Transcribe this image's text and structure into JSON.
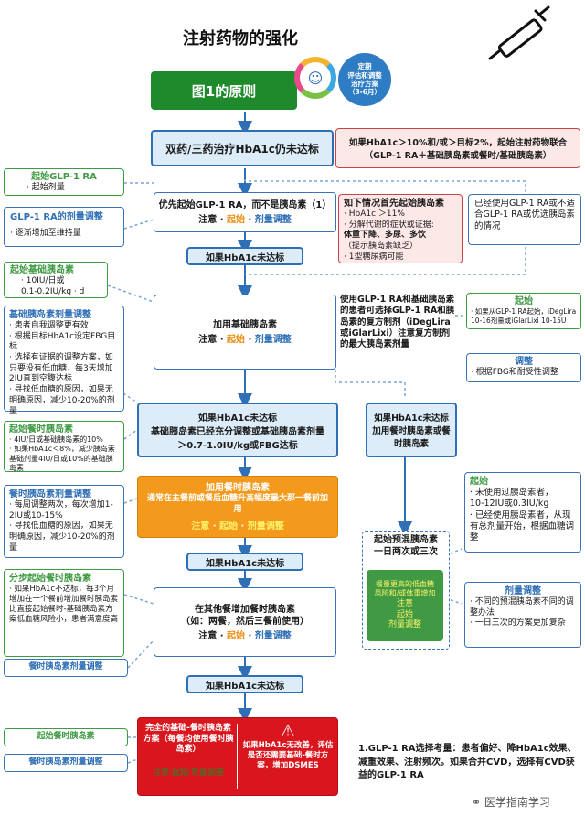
{
  "title": "注射药物的强化",
  "principle": "图1的原则",
  "cycle": {
    "line1": "定期",
    "line2": "评估和调整",
    "line3": "治疗方案",
    "line4": "（3-6月）"
  },
  "top_node": "双药/三药治疗HbA1c仍未达标",
  "top_red": {
    "line1": "如果HbA1c＞10%和/或＞目标2%，起始注射药物联合",
    "line2": "（GLP-1 RA＋基础胰岛素或餐时/基础胰岛素）"
  },
  "glp1_start": {
    "title": "起始GLP-1 RA",
    "item": "· 起始剂量"
  },
  "glp1_adjust": {
    "title": "GLP-1 RA的剂量调整",
    "item": "· 逐渐增加至维持量"
  },
  "prefer_glp1": {
    "line1": "优先起始GLP-1 RA，而不是胰岛素（1）",
    "n1": "注意",
    "n2": "起始",
    "n3": "剂量调整"
  },
  "insulin_first": {
    "title": "如下情况首先起始胰岛素",
    "i1": "· HbA1c ＞11%",
    "i2": "· 分解代谢的症状或证据:",
    "i3": "体重下降、多尿、多饮",
    "i4": "（提示胰岛素缺乏）",
    "i5": "· 1型糖尿病可能"
  },
  "already_glp1": "已经使用GLP-1 RA或不适合GLP-1 RA或优选胰岛素的情况",
  "not_reached_1": "如果HbA1c未达标",
  "basal_start": {
    "title": "起始基础胰岛素",
    "i1": "· 10IU/日或",
    "i2": "0.1-0.2IU/kg · d"
  },
  "add_basal": {
    "line1": "加用基础胰岛素",
    "n1": "注意",
    "n2": "起始",
    "n3": "剂量调整"
  },
  "combo_text": "使用GLP-1 RA和基础胰岛素的患者可选择GLP-1 RA和胰岛素的复方制剂（iDegLira或iGlarLixi）注意复方制剂的最大胰岛素剂量",
  "combo_start": {
    "title": "起始",
    "i1": "· 如果从GLP-1 RA起始，iDegLira",
    "i2": "10-16剂量或iGlarLixi 10-15U"
  },
  "combo_adjust": {
    "title": "调整",
    "item": "· 根据FBG和耐受性调整"
  },
  "basal_adjust": {
    "title": "基础胰岛素剂量调整",
    "i1": "· 患者自我调整更有效",
    "i2": "· 根据目标HbA1c设定FBG目标",
    "i3": "· 选择有证据的调整方案，如只要没有低血糖，每3天增加2IU直到空腹达标",
    "i4": "· 寻找低血糖的原因，如果无明确原因，减少10-20%的剂量"
  },
  "basal_enough": {
    "line1": "如果HbA1c未达标",
    "line2": "基础胰岛素已经充分调整或基础胰岛素剂量",
    "line3": "＞0.7-1.0IU/kg或FBG达标"
  },
  "add_meal_or_premix": "如果HbA1c未达标加用餐时胰岛素或餐时胰岛素",
  "meal_start": {
    "title": "起始餐时胰岛素",
    "i1": "· 4IU/日或基础胰岛素的10%",
    "i2": "· 如果HbA1c＜8%，减少胰岛素基础剂量4IU/日或10%的基础胰岛素"
  },
  "add_meal": {
    "line1": "加用餐时胰岛素",
    "line2": "通常在主餐前或餐后血糖升高幅度最大那一餐前加用",
    "n1": "注意",
    "n2": "起始",
    "n3": "剂量调整"
  },
  "meal_adjust": {
    "title": "餐时胰岛素剂量调整",
    "i1": "· 每周调整两次，每次增加1-2IU或10-15%",
    "i2": "· 寻找低血糖的原因，如果无明确原因，减少10-20%的剂量"
  },
  "not_reached_2": "如果HbA1c未达标",
  "premix": {
    "line1": "起始预混胰岛素",
    "line2": "一日两次或三次"
  },
  "premix_inner": {
    "line1": "餐量更高的低血糖",
    "line2": "风险和/或体重增加",
    "n1": "注意",
    "n2": "起始",
    "n3": "剂量调整"
  },
  "premix_start": {
    "title": "起始",
    "i1": "· 未使用过胰岛素者，",
    "i2": "10-12IU或0.3IU/kg",
    "i3": "· 已经使用胰岛素者，从现有总剂量开始，根据血糖调整"
  },
  "premix_adjust": {
    "title": "剂量调整",
    "i1": "· 不同的预混胰岛素不同的调整办法",
    "i2": "· 一日三次的方案更加复杂"
  },
  "stepwise": {
    "title": "分步起始餐时胰岛素",
    "i1": "· 如果HbA1c不达标，每3个月增加在一个餐前增加餐时胰岛素比直接起始餐时-基础胰岛素方案低血糖风险小，患者满意度高"
  },
  "meal_adjust_2": "餐时胰岛素剂量调整",
  "add_other_meals": {
    "line1": "在其他餐增加餐时胰岛素",
    "line2": "（如：两餐，然后三餐前使用）",
    "n1": "注意",
    "n2": "起始",
    "n3": "剂量调整"
  },
  "not_reached_3": "如果HbA1c未达标",
  "meal_start_2": "起始餐时胰岛素",
  "meal_adjust_3": "餐时胰岛素剂量调整",
  "full_basal_bolus": {
    "line1": "完全的基础-餐时胰岛素",
    "line2": "方案（每餐均使用餐时胰岛素）",
    "n1": "注意",
    "n2": "起始",
    "n3": "剂量调整"
  },
  "warning": {
    "text": "如果HbA1c无改善，评估是否还需要基础-餐时方案，增加DSMES"
  },
  "footnote": "1.GLP-1 RA选择考量：患者偏好、降HbA1c效果、减重效果、注射频次。如果合并CVD，选择有CVD获益的GLP-1 RA",
  "watermark": "医学指南学习",
  "colors": {
    "blue": "#2f6fb5",
    "green": "#3f9a43",
    "red": "#c94444",
    "orange": "#f39a1c",
    "principle_green": "#1f8a2c"
  }
}
